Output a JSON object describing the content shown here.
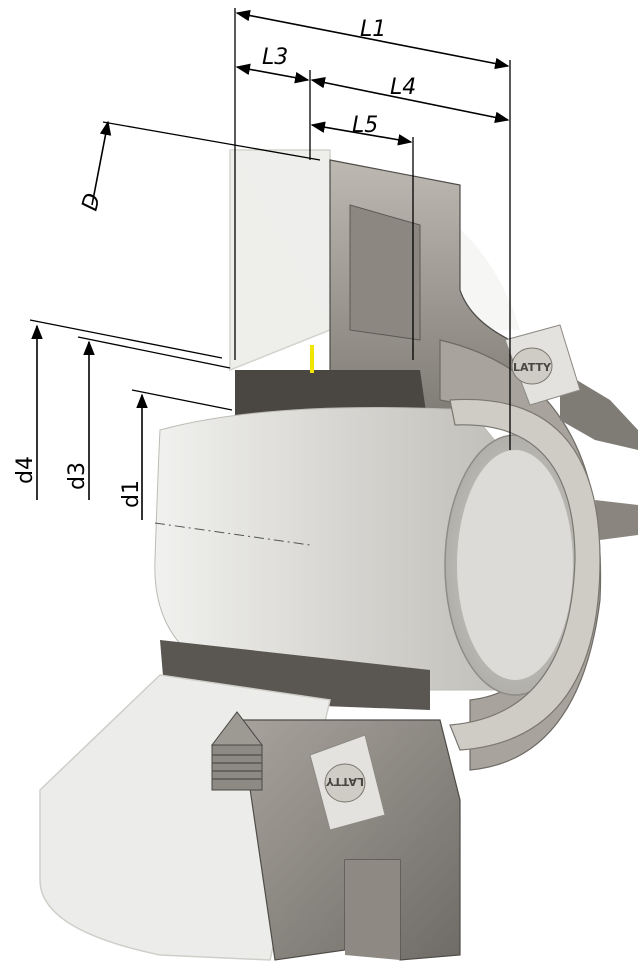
{
  "figure": {
    "subject": "mechanical seal cutaway",
    "logo_text": "LATTY",
    "colors": {
      "metal_dark": "#6f6b66",
      "metal_mid": "#9a968f",
      "metal_light": "#c9c6c0",
      "translucent": "#e9e9e6",
      "shaft": "#d8d7d3",
      "accent_yellow": "#f2e600",
      "line": "#000000"
    }
  },
  "dimensions": {
    "L1": "L1",
    "L3": "L3",
    "L4": "L4",
    "L5": "L5",
    "D": "D",
    "d4": "d4",
    "d3": "d3",
    "d1": "d1"
  }
}
